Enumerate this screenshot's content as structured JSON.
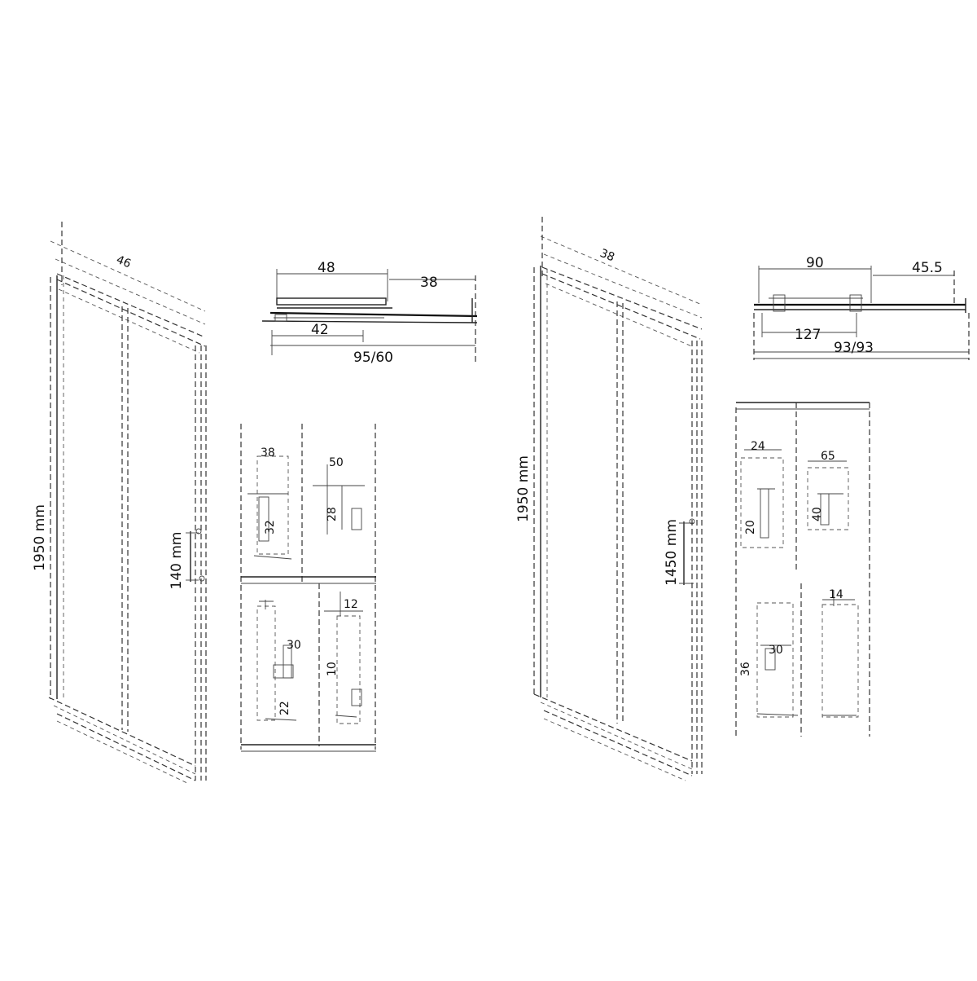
{
  "drawing": {
    "left_view": {
      "top_width": "48",
      "top_depth": "38",
      "top_offset": "42",
      "top_total": "95/60",
      "panel_corner": "46",
      "panel_height": "1950 mm",
      "handle_height": "140 mm",
      "detail_a": "38",
      "detail_b": "32",
      "detail_c": "30",
      "detail_d": "12",
      "detail_e": "50",
      "detail_f": "28",
      "detail_g": "22",
      "detail_h": "10"
    },
    "right_view": {
      "top_width": "90",
      "top_depth": "45.5",
      "top_offset": "127",
      "top_total": "93/93",
      "panel_corner": "38",
      "panel_height": "1950 mm",
      "handle_height": "1450 mm",
      "detail_a": "24",
      "detail_b": "65",
      "detail_c": "30",
      "detail_d": "14",
      "detail_e": "20",
      "detail_f": "40",
      "detail_g": "36"
    }
  }
}
